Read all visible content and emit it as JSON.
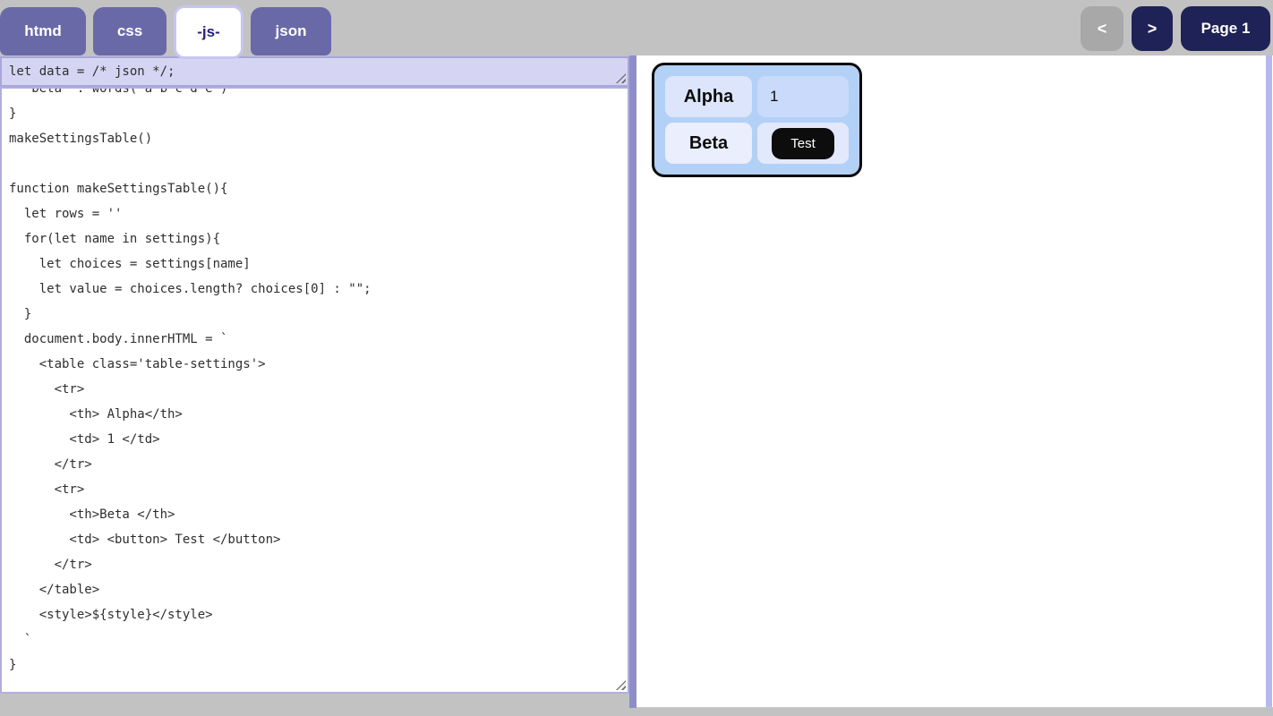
{
  "tabs": [
    {
      "label": "htmd",
      "active": false
    },
    {
      "label": "css",
      "active": false
    },
    {
      "label": "-js-",
      "active": true
    },
    {
      "label": "json",
      "active": false
    }
  ],
  "pager": {
    "prev_label": "<",
    "next_label": ">",
    "page_label": "Page 1"
  },
  "editor": {
    "data_line": "let data = /* json */;",
    "code_lines": [
      "  'beta' : words('a b c d e')",
      "}",
      "makeSettingsTable()",
      "",
      "function makeSettingsTable(){",
      "  let rows = ''",
      "  for(let name in settings){",
      "    let choices = settings[name]",
      "    let value = choices.length? choices[0] : \"\";",
      "  }",
      "  document.body.innerHTML = `",
      "    <table class='table-settings'>",
      "      <tr>",
      "        <th> Alpha</th>",
      "        <td> 1 </td>",
      "      </tr>",
      "      <tr>",
      "        <th>Beta </th>",
      "        <td> <button> Test </button>",
      "      </tr>",
      "    </table>",
      "    <style>${style}</style>",
      "  `",
      "}"
    ]
  },
  "preview": {
    "rows": [
      {
        "header": "Alpha",
        "value": "1",
        "value_type": "text"
      },
      {
        "header": "Beta",
        "value": "Test",
        "value_type": "button"
      }
    ]
  },
  "colors": {
    "page_bg": "#c2c2c2",
    "tab_inactive_bg": "#6a69a8",
    "tab_active_text": "#23237d",
    "nav_button_bg": "#1f2256",
    "nav_button_disabled_bg": "#a8a8a8",
    "editor_accent_bg": "#d5d5f3",
    "panel_divider": "#8f8dc8",
    "preview_table_bg": "#b3d0f7",
    "test_button_bg": "#0d0d0d"
  }
}
